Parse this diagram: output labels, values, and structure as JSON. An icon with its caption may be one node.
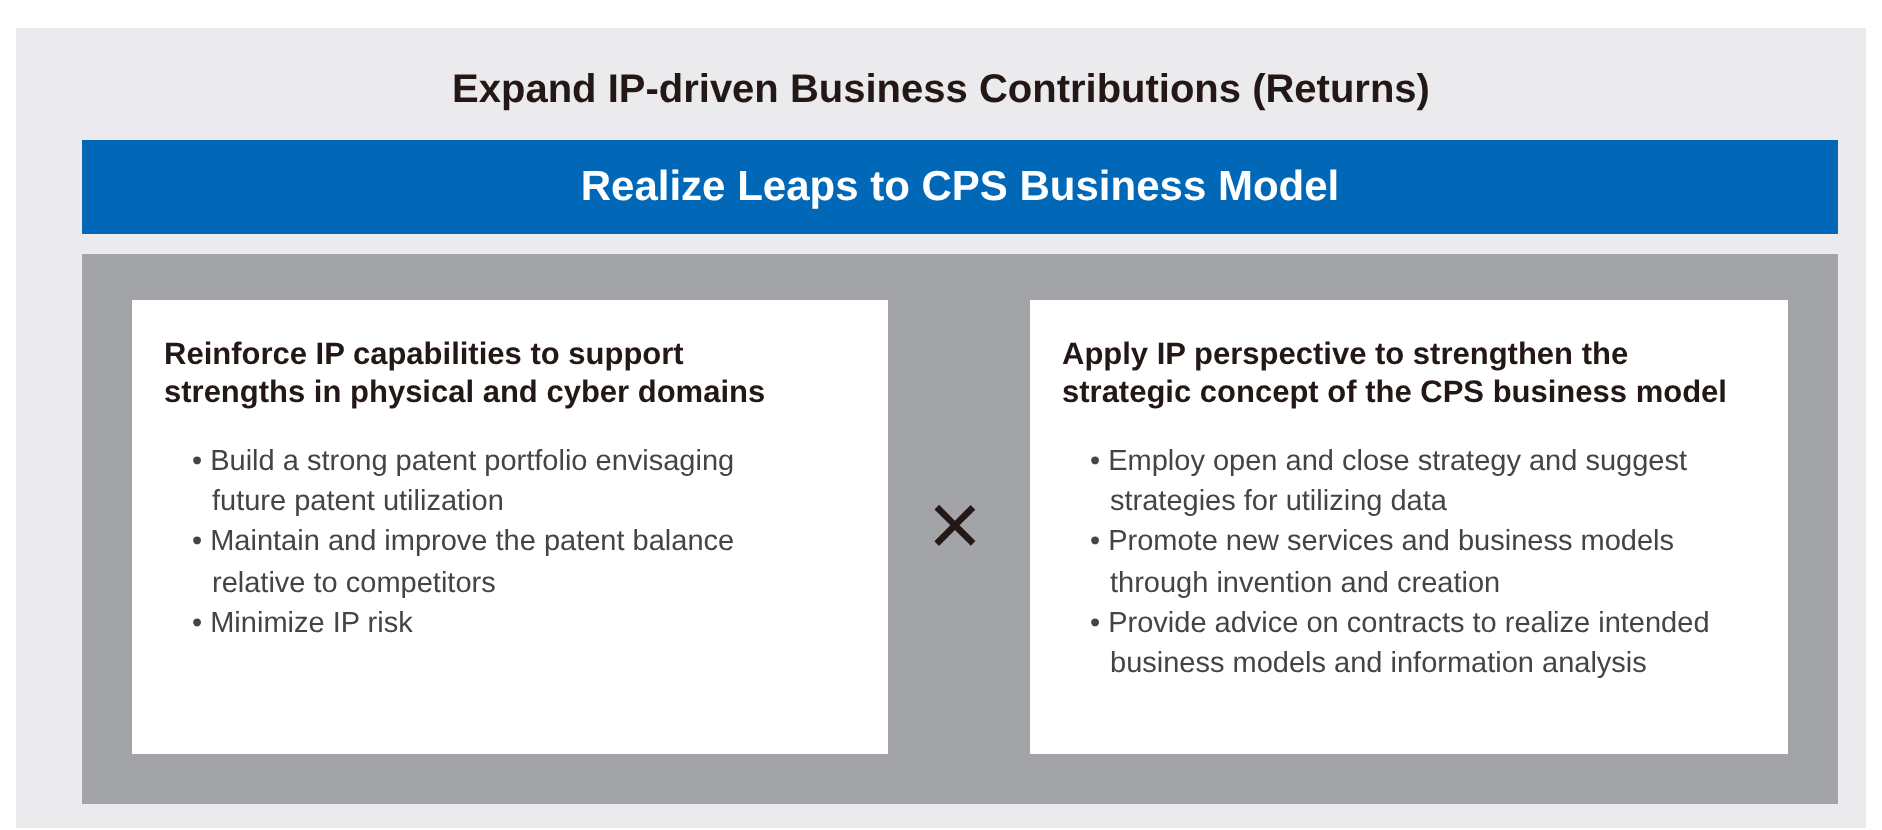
{
  "diagram": {
    "nodes": [
      {
        "text": [
          "Expand IP-driven Business Contributions (Returns)"
        ]
      },
      {
        "text": [
          "Realize Leaps to CPS Business Model"
        ],
        "in": 0
      },
      {
        "text": [],
        "shape": "box",
        "in": 0
      },
      {
        "text": [
          "Reinforce IP capabilities to support strengths in physical and cyber domains",
          "• Build a strong patent portfolio envisaging future patent utilization",
          "• Maintain and improve the patent balance relative to competitors",
          "• Minimize IP risk"
        ],
        "in": 2
      },
      {
        "text": [
          "Apply IP perspective to strengthen the strategic concept of the CPS business model",
          "• Employ open and close strategy and suggest strategies for utilizing data",
          "• Promote new services and business models through invention and creation",
          "• Provide advice on contracts to realize intended business models and information analysis"
        ],
        "in": 2
      }
    ],
    "labels": [
      "×"
    ]
  }
}
